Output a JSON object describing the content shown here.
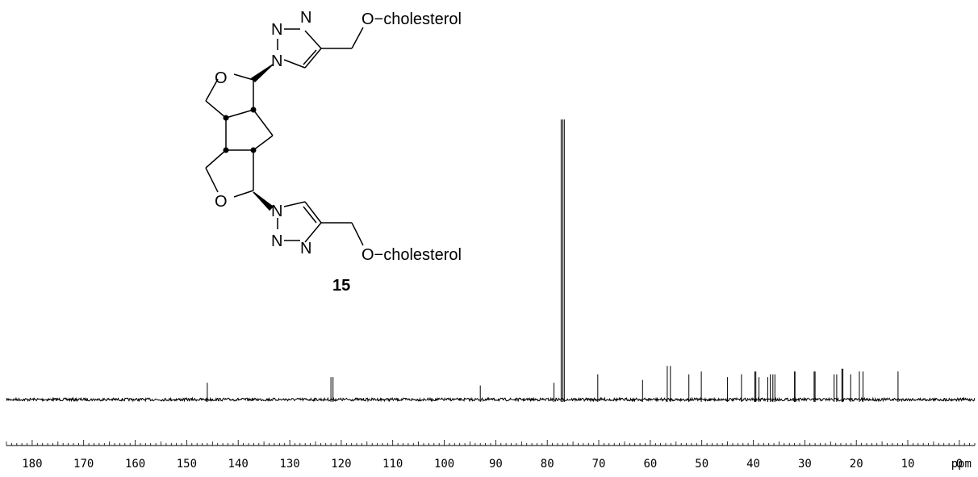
{
  "chart_data": {
    "type": "line",
    "title": "",
    "xlabel": "ppm",
    "ylabel": "",
    "x_axis_reversed": true,
    "xlim": [
      185,
      -3
    ],
    "tick_values": [
      180,
      170,
      160,
      150,
      140,
      130,
      120,
      110,
      100,
      90,
      80,
      70,
      60,
      50,
      40,
      30,
      20,
      10,
      0
    ],
    "tick_labels": [
      "180",
      "170",
      "160",
      "150",
      "140",
      "130",
      "120",
      "110",
      "100",
      "90",
      "80",
      "70",
      "60",
      "50",
      "40",
      "30",
      "20",
      "10",
      "0"
    ],
    "grid": false,
    "legend": "none",
    "line_color": "#000000",
    "peaks": [
      {
        "ppm": 146.0,
        "intensity": 0.06
      },
      {
        "ppm": 122.0,
        "intensity": 0.08
      },
      {
        "ppm": 121.6,
        "intensity": 0.08
      },
      {
        "ppm": 93.0,
        "intensity": 0.05
      },
      {
        "ppm": 77.3,
        "intensity": 1.0
      },
      {
        "ppm": 77.0,
        "intensity": 1.0
      },
      {
        "ppm": 76.7,
        "intensity": 1.0
      },
      {
        "ppm": 78.7,
        "intensity": 0.06
      },
      {
        "ppm": 70.2,
        "intensity": 0.09
      },
      {
        "ppm": 61.5,
        "intensity": 0.07
      },
      {
        "ppm": 56.7,
        "intensity": 0.12
      },
      {
        "ppm": 56.1,
        "intensity": 0.12
      },
      {
        "ppm": 52.5,
        "intensity": 0.09
      },
      {
        "ppm": 50.1,
        "intensity": 0.1
      },
      {
        "ppm": 45.0,
        "intensity": 0.08
      },
      {
        "ppm": 42.3,
        "intensity": 0.09
      },
      {
        "ppm": 39.7,
        "intensity": 0.1
      },
      {
        "ppm": 39.5,
        "intensity": 0.1
      },
      {
        "ppm": 38.9,
        "intensity": 0.08
      },
      {
        "ppm": 37.2,
        "intensity": 0.08
      },
      {
        "ppm": 36.7,
        "intensity": 0.09
      },
      {
        "ppm": 36.2,
        "intensity": 0.09
      },
      {
        "ppm": 35.8,
        "intensity": 0.09
      },
      {
        "ppm": 32.0,
        "intensity": 0.1
      },
      {
        "ppm": 31.9,
        "intensity": 0.1
      },
      {
        "ppm": 28.2,
        "intensity": 0.1
      },
      {
        "ppm": 28.0,
        "intensity": 0.1
      },
      {
        "ppm": 24.3,
        "intensity": 0.09
      },
      {
        "ppm": 23.8,
        "intensity": 0.09
      },
      {
        "ppm": 22.8,
        "intensity": 0.11
      },
      {
        "ppm": 22.6,
        "intensity": 0.11
      },
      {
        "ppm": 21.1,
        "intensity": 0.09
      },
      {
        "ppm": 19.4,
        "intensity": 0.1
      },
      {
        "ppm": 18.7,
        "intensity": 0.1
      },
      {
        "ppm": 11.9,
        "intensity": 0.1
      }
    ],
    "noise_level": 0.015
  },
  "structure": {
    "compound_number": "15",
    "substituent_top": "O−cholesterol",
    "substituent_bottom": "O−cholesterol",
    "atoms": {
      "n_top_1": "N",
      "n_top_2": "N",
      "n_top_3": "N",
      "o_ring_top": "O",
      "n_bot_1": "N",
      "n_bot_2": "N",
      "n_bot_3": "N",
      "o_ring_bot": "O"
    }
  }
}
